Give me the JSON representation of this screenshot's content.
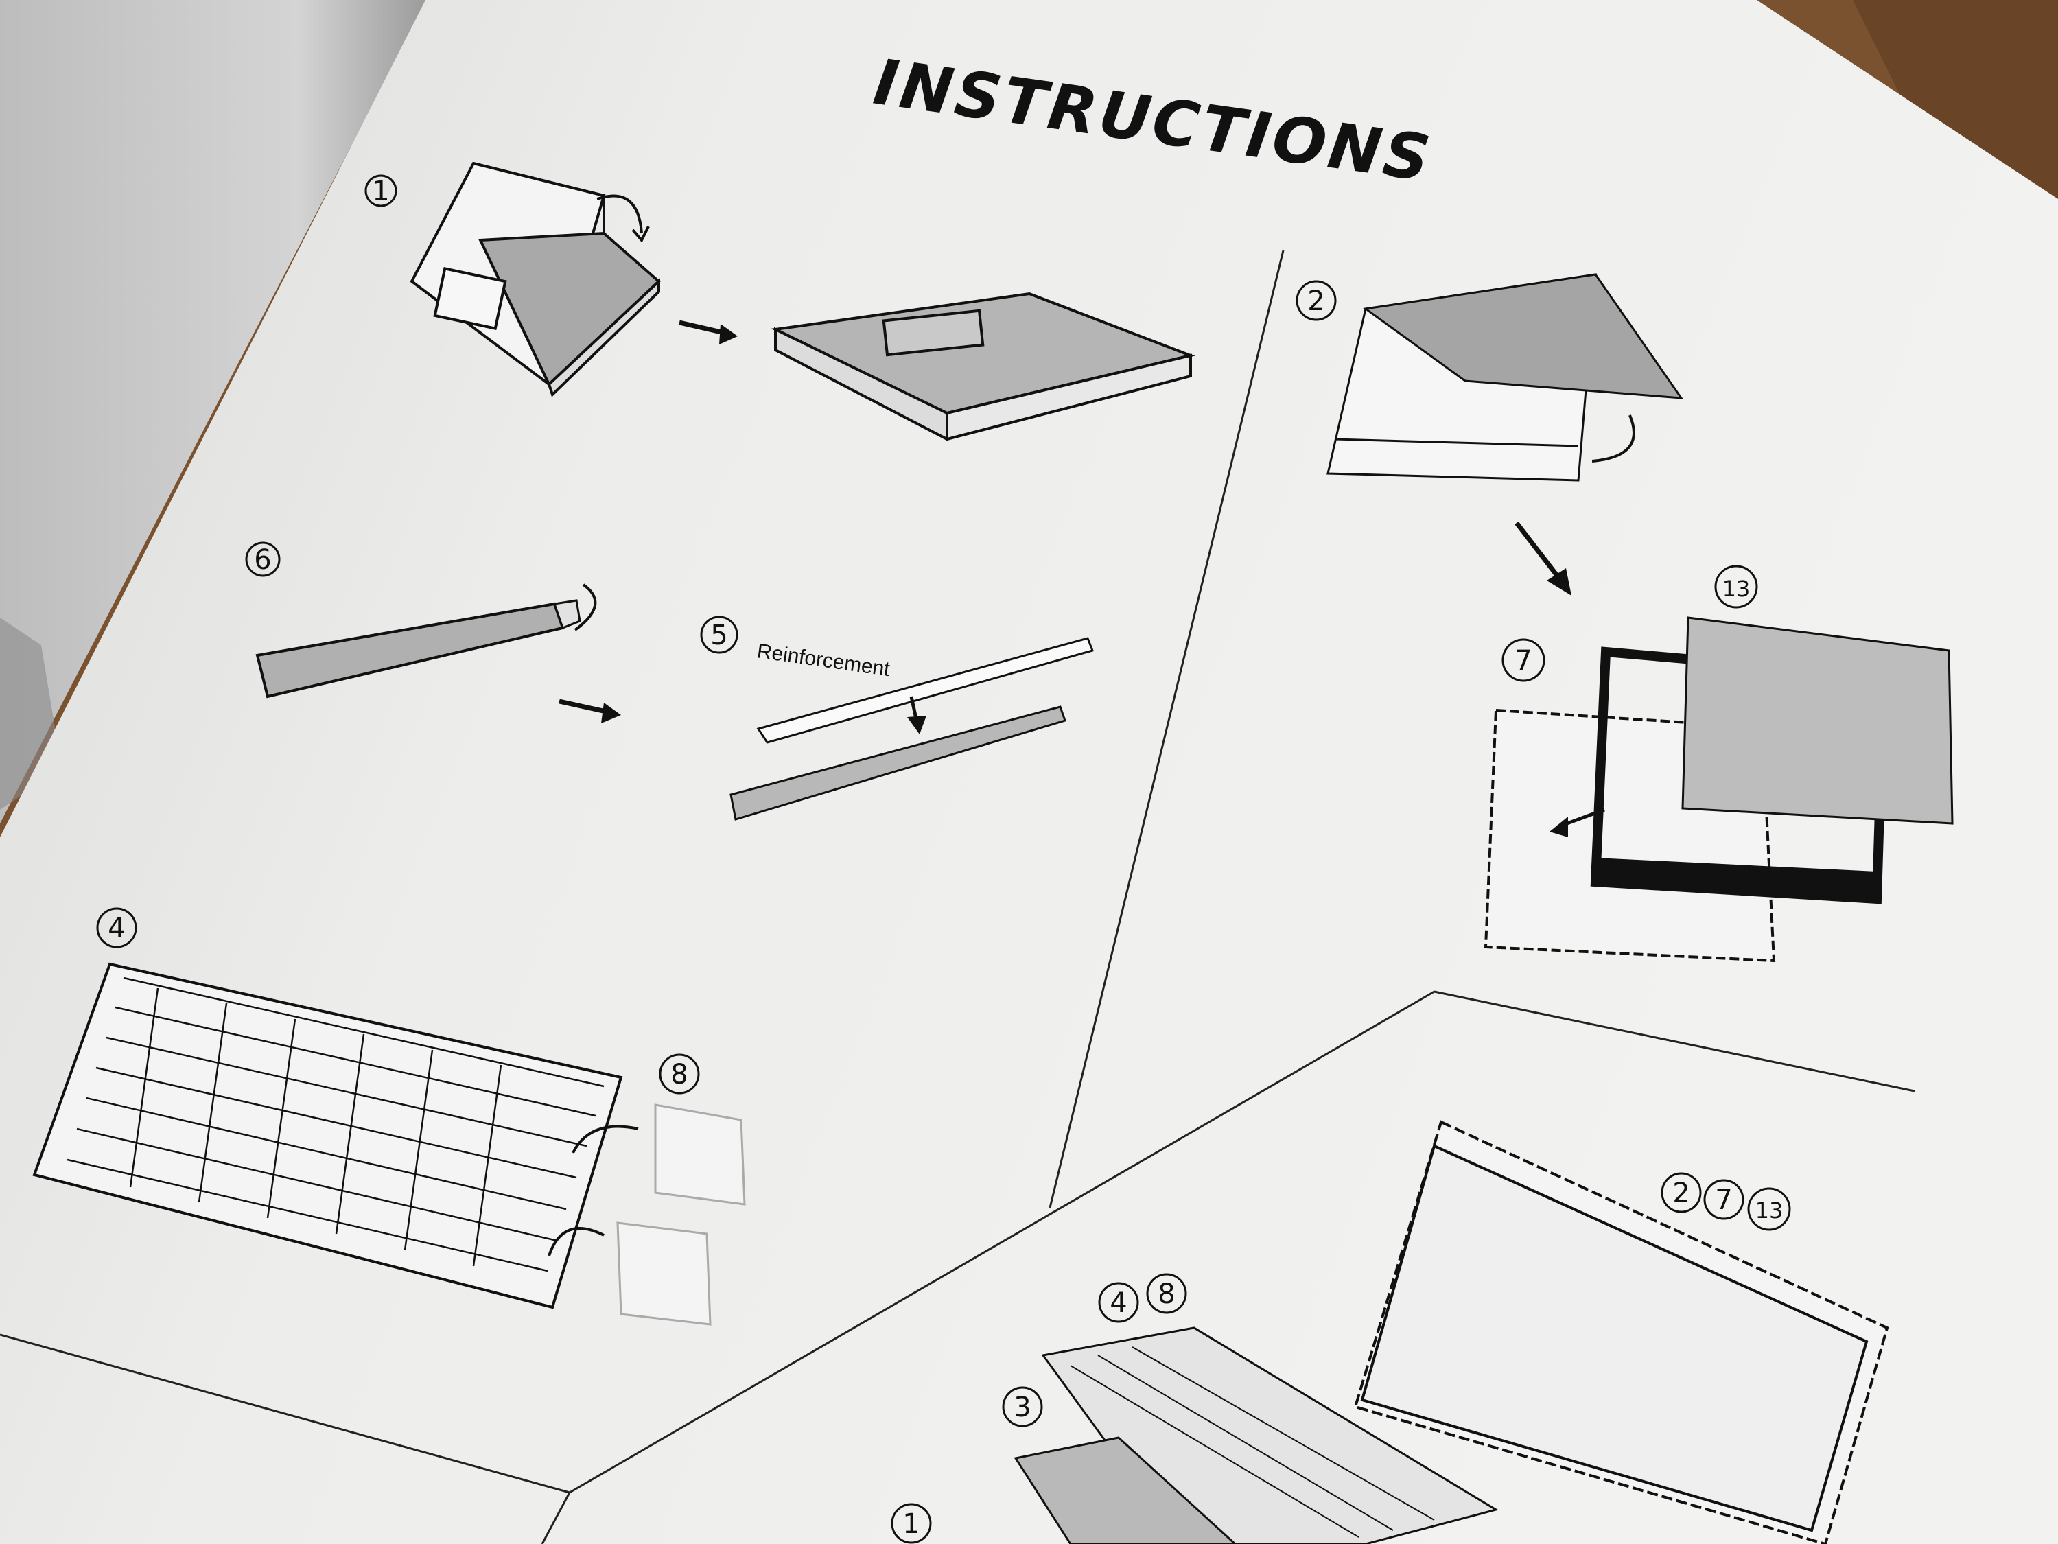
{
  "title": "INSTRUCTIONS",
  "label_reinforcement": "Reinforcement",
  "steps": {
    "s1": "1",
    "s2": "2",
    "s3": "3",
    "s4": "4",
    "s5": "5",
    "s6": "6",
    "s7": "7",
    "s8": "8",
    "s13": "13"
  },
  "colors": {
    "paper": "#eeeeec",
    "fill_gray": "#b8b8b8",
    "ink": "#111111",
    "table": "#7a5230",
    "left_page": "#cfcfcf"
  }
}
